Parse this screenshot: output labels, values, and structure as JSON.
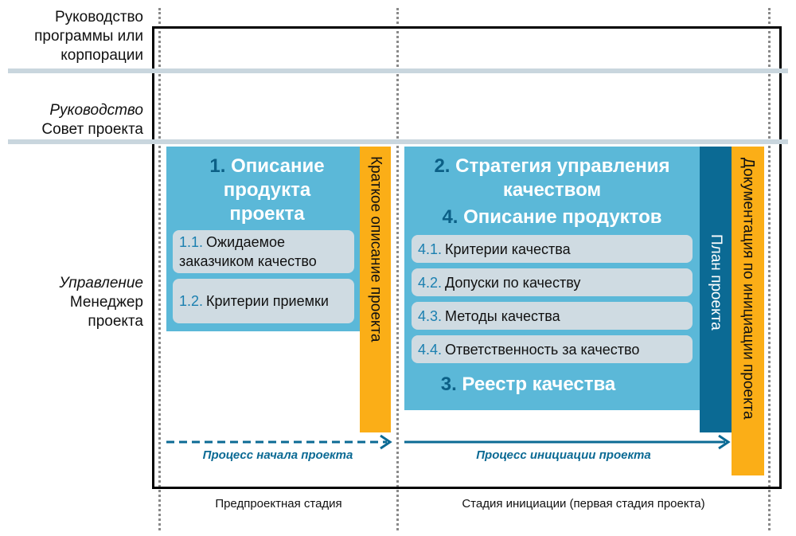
{
  "rows": {
    "corp": "Руководство программы или корпорации",
    "board_role": "Руководство",
    "board": "Совет проекта",
    "mgr_role": "Управление",
    "mgr": "Менеджер проекта"
  },
  "box1": {
    "num": "1.",
    "title": "Описание продукта проекта",
    "items": [
      {
        "num": "1.1.",
        "text": "Ожидаемое заказчиком качество"
      },
      {
        "num": "1.2.",
        "text": "Критерии приемки"
      }
    ]
  },
  "brief": "Краткое описание проекта",
  "box2": {
    "num2": "2.",
    "title2": "Стратегия управления качеством",
    "num4": "4.",
    "title4": "Описание продуктов",
    "items": [
      {
        "num": "4.1.",
        "text": "Критерии качества"
      },
      {
        "num": "4.2.",
        "text": "Допуски по качеству"
      },
      {
        "num": "4.3.",
        "text": "Методы качества"
      },
      {
        "num": "4.4.",
        "text": "Ответственность за качество"
      }
    ],
    "num3": "3.",
    "title3": "Реестр качества"
  },
  "plan": "План проекта",
  "pid": "Документация по инициации проекта",
  "processes": {
    "start": "Процесс начала проекта",
    "init": "Процесс инициации проекта"
  },
  "stages": {
    "pre": "Предпроектная стадия",
    "init": "Стадия инициации (первая стадия проекта)"
  },
  "colors": {
    "light": "#5bb8d8",
    "dark": "#0b6a94",
    "orange": "#fbae17",
    "gray": "#cfdbe2"
  }
}
